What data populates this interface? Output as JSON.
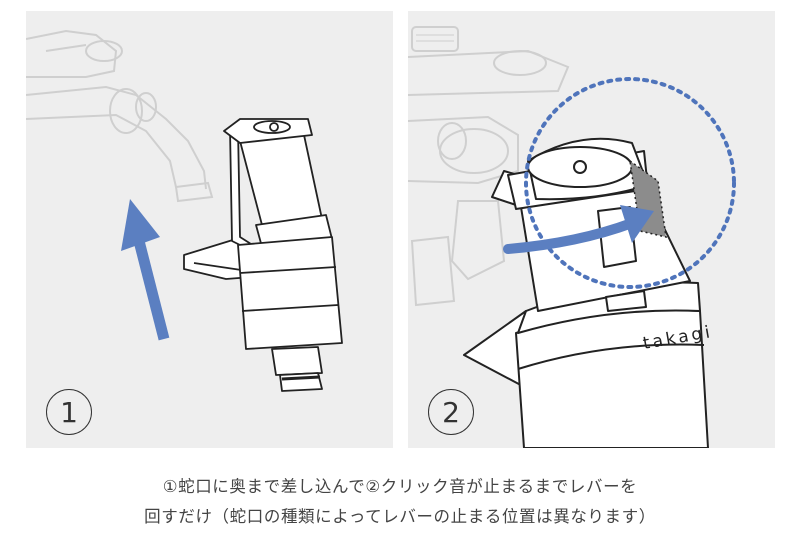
{
  "steps": [
    {
      "number": "1"
    },
    {
      "number": "2",
      "brand": "takagi"
    }
  ],
  "caption": {
    "line1": "①蛇口に奥まで差し込んで②クリック音が止まるまでレバーを",
    "line2": "回すだけ（蛇口の種類によってレバーの止まる位置は異なります）"
  },
  "colors": {
    "panel_bg": "#eeeeee",
    "arrow_blue": "#5b7fc1",
    "circle_blue": "#4f74bb",
    "faucet_line": "#cfcfcf",
    "outline": "#222222"
  }
}
